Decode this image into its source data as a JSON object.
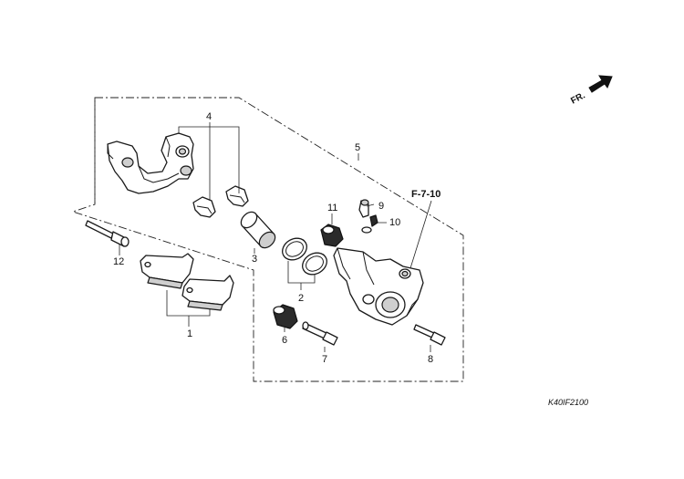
{
  "direction_label": "FR.",
  "reference_label": "F-7-10",
  "figure_code": "K40IF2100",
  "callouts": {
    "c1": "1",
    "c2": "2",
    "c3": "3",
    "c4": "4",
    "c5": "5",
    "c6": "6",
    "c7": "7",
    "c8": "8",
    "c9": "9",
    "c10": "10",
    "c11": "11",
    "c12": "12"
  },
  "colors": {
    "line": "#1a1a1a",
    "shade": "#cfcfcf",
    "dark_part": "#2b2b2b",
    "background": "#ffffff"
  }
}
